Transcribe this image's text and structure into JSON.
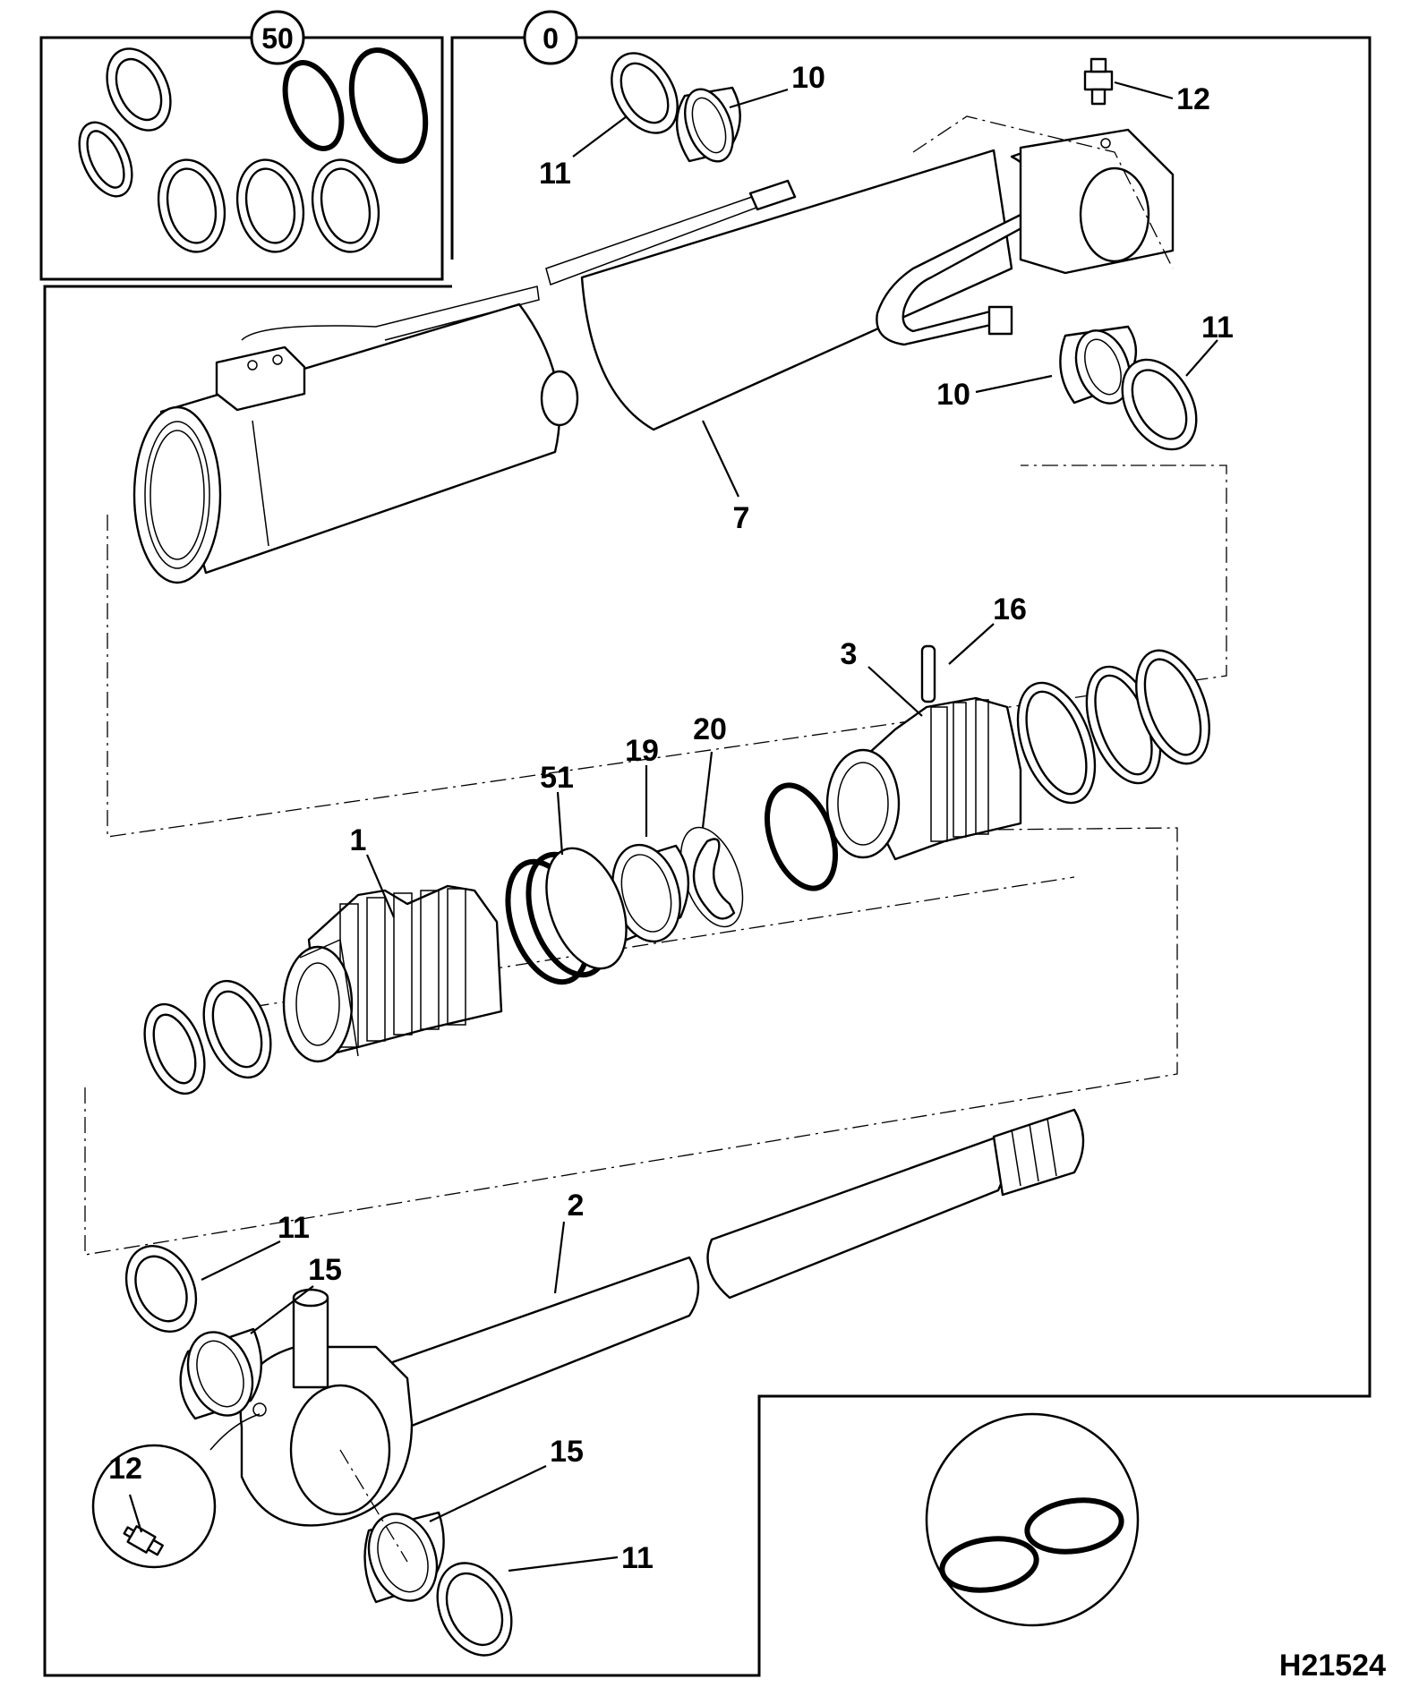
{
  "figure_id": "H21524",
  "group_callouts": {
    "kit": "50",
    "assembly": "0"
  },
  "part_labels": [
    {
      "id": "label-10-top",
      "text": "10"
    },
    {
      "id": "label-11-top",
      "text": "11"
    },
    {
      "id": "label-12-top",
      "text": "12"
    },
    {
      "id": "label-11-right",
      "text": "11"
    },
    {
      "id": "label-10-right",
      "text": "10"
    },
    {
      "id": "label-7",
      "text": "7"
    },
    {
      "id": "label-16",
      "text": "16"
    },
    {
      "id": "label-3",
      "text": "3"
    },
    {
      "id": "label-20",
      "text": "20"
    },
    {
      "id": "label-19",
      "text": "19"
    },
    {
      "id": "label-51",
      "text": "51"
    },
    {
      "id": "label-1",
      "text": "1"
    },
    {
      "id": "label-2",
      "text": "2"
    },
    {
      "id": "label-11-lower",
      "text": "11"
    },
    {
      "id": "label-15-lower",
      "text": "15"
    },
    {
      "id": "label-12-lower",
      "text": "12"
    },
    {
      "id": "label-15-bottom",
      "text": "15"
    },
    {
      "id": "label-11-bottom",
      "text": "11"
    }
  ]
}
